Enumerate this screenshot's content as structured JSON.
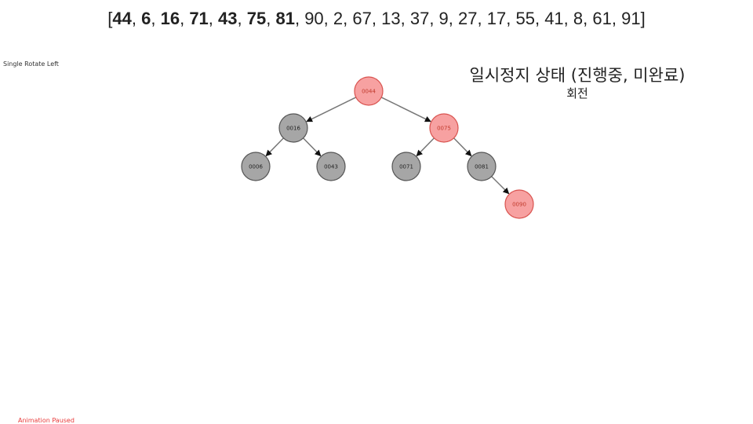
{
  "sequence": {
    "open": "[",
    "close": "]",
    "items": [
      {
        "text": "44",
        "inserted": true
      },
      {
        "text": "6",
        "inserted": true
      },
      {
        "text": "16",
        "inserted": true
      },
      {
        "text": "71",
        "inserted": true
      },
      {
        "text": "43",
        "inserted": true
      },
      {
        "text": "75",
        "inserted": true
      },
      {
        "text": "81",
        "inserted": true
      },
      {
        "text": "90",
        "inserted": false
      },
      {
        "text": "2",
        "inserted": false
      },
      {
        "text": "67",
        "inserted": false
      },
      {
        "text": "13",
        "inserted": false
      },
      {
        "text": "37",
        "inserted": false
      },
      {
        "text": "9",
        "inserted": false
      },
      {
        "text": "27",
        "inserted": false
      },
      {
        "text": "17",
        "inserted": false
      },
      {
        "text": "55",
        "inserted": false
      },
      {
        "text": "41",
        "inserted": false
      },
      {
        "text": "8",
        "inserted": false
      },
      {
        "text": "61",
        "inserted": false
      },
      {
        "text": "91",
        "inserted": false
      }
    ]
  },
  "operation_label": "Single Rotate Left",
  "status": {
    "title": "일시정지 상태 (진행중, 미완료)",
    "subtitle": "회전"
  },
  "animation_status": "Animation Paused",
  "colors": {
    "red_fill": "#f7a1a1",
    "red_stroke": "#d9534f",
    "red_text": "#c0392b",
    "black_fill": "#a6a6a6",
    "black_stroke": "#555555",
    "black_text": "#222222",
    "edge": "#777777"
  },
  "tree": {
    "nodes": [
      {
        "id": "n44",
        "label": "0044",
        "color": "red"
      },
      {
        "id": "n16",
        "label": "0016",
        "color": "black"
      },
      {
        "id": "n75",
        "label": "0075",
        "color": "red"
      },
      {
        "id": "n6",
        "label": "0006",
        "color": "black"
      },
      {
        "id": "n43",
        "label": "0043",
        "color": "black"
      },
      {
        "id": "n71",
        "label": "0071",
        "color": "black"
      },
      {
        "id": "n81",
        "label": "0081",
        "color": "black"
      },
      {
        "id": "n90",
        "label": "0090",
        "color": "red"
      }
    ],
    "edges": [
      {
        "from": "n44",
        "to": "n16"
      },
      {
        "from": "n44",
        "to": "n75"
      },
      {
        "from": "n16",
        "to": "n6"
      },
      {
        "from": "n16",
        "to": "n43"
      },
      {
        "from": "n75",
        "to": "n71"
      },
      {
        "from": "n75",
        "to": "n81"
      },
      {
        "from": "n81",
        "to": "n90"
      }
    ]
  }
}
